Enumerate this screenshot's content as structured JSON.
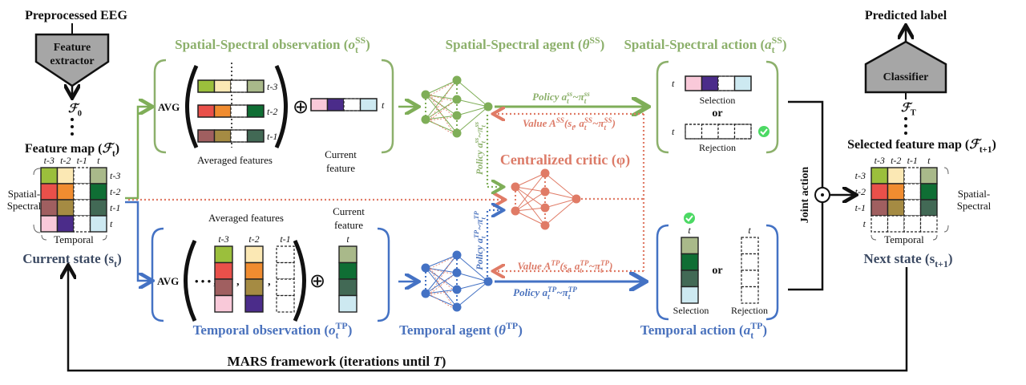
{
  "colors": {
    "green": "#7fae58",
    "green_text": "#8cb06b",
    "blue": "#4472c4",
    "salmon": "#e07b66",
    "slate": "#3c4a63",
    "gray_box": "#a6a6a6",
    "check": "#4cd964"
  },
  "feature_colors": [
    [
      "#9bbf3c",
      "#fbe8b4",
      null,
      "#a9b98a"
    ],
    [
      "#e9504a",
      "#f08c30",
      null,
      "#0f6e34"
    ],
    [
      "#a05f60",
      "#a58b43",
      null,
      "#426955"
    ]
  ],
  "current_feature_colors": [
    "#f9c9d9",
    "#4b2c8a",
    null,
    "#cde9f1"
  ],
  "time_labels": [
    "t-3",
    "t-2",
    "t-1",
    "t"
  ],
  "input_label": "Preprocessed EEG",
  "feature_extractor": {
    "line1": "Feature",
    "line2": "extractor"
  },
  "f0": [
    {
      "t": "ℱ",
      "i": 1,
      "sub": "0"
    }
  ],
  "feature_map": [
    {
      "t": "Feature map ("
    },
    {
      "t": "ℱ",
      "i": 1,
      "sub": "t"
    },
    {
      "t": ")"
    }
  ],
  "axis_spatial": {
    "line1": "Spatial-",
    "line2": "Spectral"
  },
  "axis_temporal": "Temporal",
  "current_state": [
    {
      "t": "Current state ("
    },
    {
      "t": "s",
      "sub": "t"
    },
    {
      "t": ")"
    }
  ],
  "ss_observation": {
    "title": [
      {
        "t": "Spatial-Spectral observation  ("
      },
      {
        "t": "o",
        "i": 1,
        "sub": "t",
        "sup": "SS"
      },
      {
        "t": ")"
      }
    ],
    "avg": "AVG",
    "oplus": "⊕",
    "averaged_label": "Averaged features",
    "current_label": {
      "line1": "Current",
      "line2": "feature"
    }
  },
  "tp_observation": {
    "title": [
      {
        "t": "Temporal observation  ("
      },
      {
        "t": "o",
        "i": 1,
        "sub": "t",
        "sup": "TP"
      },
      {
        "t": ")"
      }
    ],
    "avg": "AVG",
    "ellipsis": "• • • ,",
    "comma": ",",
    "oplus": "⊕",
    "averaged_label": "Averaged features",
    "current_label": {
      "line1": "Current",
      "line2": "feature"
    }
  },
  "ss_agent": {
    "title": [
      {
        "t": "Spatial-Spectral agent  ("
      },
      {
        "t": "θ",
        "i": 1,
        "sup": "SS"
      },
      {
        "t": ")"
      }
    ]
  },
  "tp_agent": {
    "title": [
      {
        "t": "Temporal agent  ("
      },
      {
        "t": "θ",
        "i": 1,
        "sup": "TP"
      },
      {
        "t": ")"
      }
    ]
  },
  "critic": {
    "title": [
      {
        "t": "Centralized critic (φ)"
      }
    ]
  },
  "ss_policy": [
    {
      "t": "Policy "
    },
    {
      "t": "a",
      "i": 1,
      "sub": "t",
      "sup": "ss"
    },
    {
      "t": "~π",
      "sub": "t",
      "sup": "ss"
    }
  ],
  "ss_value": [
    {
      "t": "Value "
    },
    {
      "t": "A",
      "i": 1,
      "sup": "SS"
    },
    {
      "t": "(s",
      "sub": "t"
    },
    {
      "t": ", a",
      "i": 1,
      "sub": "t",
      "sup": "SS"
    },
    {
      "t": "~π",
      "sub": "t",
      "sup": "SS"
    },
    {
      "t": ")"
    }
  ],
  "ss_policy_vertical": [
    {
      "t": "Policy "
    },
    {
      "t": "a",
      "i": 1,
      "sub": "t",
      "sup": "ss"
    },
    {
      "t": "~π",
      "sub": "t",
      "sup": "ss"
    }
  ],
  "tp_policy": [
    {
      "t": "Policy "
    },
    {
      "t": "a",
      "i": 1,
      "sub": "t",
      "sup": "TP"
    },
    {
      "t": "~π",
      "sub": "t",
      "sup": "TP"
    }
  ],
  "tp_value": [
    {
      "t": "Value "
    },
    {
      "t": "A",
      "i": 1,
      "sup": "TP"
    },
    {
      "t": "(s",
      "sub": "t"
    },
    {
      "t": ", a",
      "i": 1,
      "sub": "t",
      "sup": "TP"
    },
    {
      "t": "~π",
      "sub": "t",
      "sup": "TP"
    },
    {
      "t": ")"
    }
  ],
  "tp_policy_vertical": [
    {
      "t": "Policy "
    },
    {
      "t": "a",
      "i": 1,
      "sub": "t",
      "sup": "TP"
    },
    {
      "t": "~π",
      "sub": "t",
      "sup": "TP"
    }
  ],
  "ss_action": {
    "title": [
      {
        "t": "Spatial-Spectral action  ("
      },
      {
        "t": "a",
        "i": 1,
        "sub": "t",
        "sup": "SS"
      },
      {
        "t": ")"
      }
    ],
    "t_label": "t",
    "selection": "Selection",
    "or": "or",
    "rejection": "Rejection",
    "chosen": "rejection"
  },
  "tp_action": {
    "title": [
      {
        "t": "Temporal action  ("
      },
      {
        "t": "a",
        "i": 1,
        "sub": "t",
        "sup": "TP"
      },
      {
        "t": ")"
      }
    ],
    "t_label": "t",
    "selection": "Selection",
    "or": "or",
    "rejection": "Rejection",
    "chosen": "selection"
  },
  "joint_action": "Joint action",
  "odot": "⊙",
  "next_state": [
    {
      "t": "Next state ("
    },
    {
      "t": "s",
      "sub": "t+1"
    },
    {
      "t": ")"
    }
  ],
  "selected_feature_map": [
    {
      "t": "Selected feature map ("
    },
    {
      "t": "ℱ",
      "i": 1,
      "sub": "t+1"
    },
    {
      "t": ")"
    }
  ],
  "f_T": [
    {
      "t": "ℱ",
      "i": 1,
      "sub": "T"
    }
  ],
  "classifier": "Classifier",
  "output_label": "Predicted label",
  "loop_label": [
    {
      "t": "MARS framework (iterations until "
    },
    {
      "t": "T",
      "i": 1
    },
    {
      "t": ")"
    }
  ]
}
